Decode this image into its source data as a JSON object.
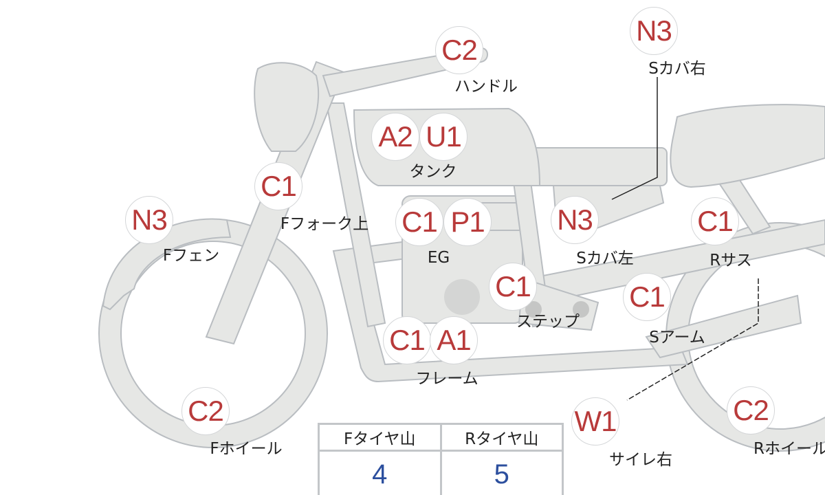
{
  "colors": {
    "code": "#b83a3a",
    "value": "#2c4f9e",
    "part": "#e6e7e5"
  },
  "markers": [
    {
      "code": "C2",
      "label": "ハンドル"
    },
    {
      "code": "N3",
      "label": "Sカバ右"
    },
    {
      "code": "A2"
    },
    {
      "code": "U1",
      "label": "タンク"
    },
    {
      "code": "C1",
      "label": "Fフォーク上"
    },
    {
      "code": "N3",
      "label": "Fフェン"
    },
    {
      "code": "C1"
    },
    {
      "code": "P1",
      "label": "EG"
    },
    {
      "code": "N3",
      "label": "Sカバ左"
    },
    {
      "code": "C1",
      "label": "Rサス"
    },
    {
      "code": "C1",
      "label": "ステップ"
    },
    {
      "code": "C1",
      "label": "Sアーム"
    },
    {
      "code": "C1"
    },
    {
      "code": "A1",
      "label": "フレーム"
    },
    {
      "code": "C2",
      "label": "Fホイール"
    },
    {
      "code": "W1",
      "label": "サイレ右"
    },
    {
      "code": "C2",
      "label": "Rホイール"
    }
  ],
  "tires": {
    "front_label": "Fタイヤ山",
    "rear_label": "Rタイヤ山",
    "front_value": "4",
    "rear_value": "5"
  }
}
